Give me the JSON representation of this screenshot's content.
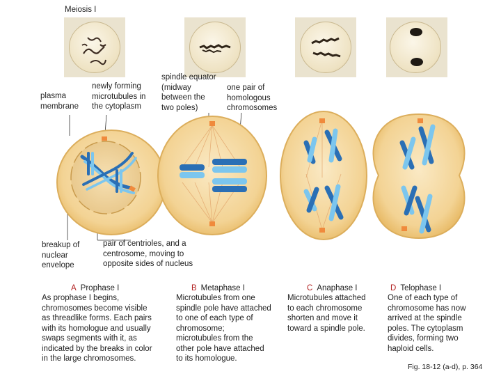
{
  "title": "Meiosis I",
  "labels": {
    "plasma_membrane": "plasma\nmembrane",
    "newly_forming": "newly forming\nmicrotubules in\nthe cytoplasm",
    "spindle_equator": "spindle equator\n(midway\nbetween the\ntwo poles)",
    "homologous_pair": "one pair of\nhomologous\nchromosomes",
    "breakup_envelope": "breakup of\nnuclear\nenvelope",
    "centrioles": "pair of centrioles, and a\ncentrosome, moving to\nopposite sides of nucleus"
  },
  "stages": [
    {
      "letter": "A",
      "name": "Prophase I",
      "text": "As prophase I begins,\nchromosomes become visible\nas threadlike forms. Each pairs\nwith its homologue and usually\nswaps segments with it, as\nindicated by the breaks in color\nin the large chromosomes."
    },
    {
      "letter": "B",
      "name": "Metaphase I",
      "text": "Microtubules from one\nspindle pole have attached\nto one of each type of\nchromosome;\nmicrotubules from the\nother pole have attached\nto its homologue."
    },
    {
      "letter": "C",
      "name": "Anaphase I",
      "text": "Microtubules attached\nto each chromosome\nshorten and move it\ntoward a spindle pole."
    },
    {
      "letter": "D",
      "name": "Telophase I",
      "text": "One of each type of\nchromosome has now\narrived at the spindle\npoles. The cytoplasm\ndivides, forming two\nhaploid cells."
    }
  ],
  "figure_ref": "Fig. 18-12 (a-d), p. 364",
  "colors": {
    "cell_fill": "#f6d9a0",
    "cell_border": "#e1b25e",
    "nucleus_fill": "#efcf95",
    "chromosome_dark": "#2a6fb5",
    "chromosome_light": "#7cc6ee",
    "centrosome": "#f08a3c",
    "stage_letter": "#b22222"
  }
}
